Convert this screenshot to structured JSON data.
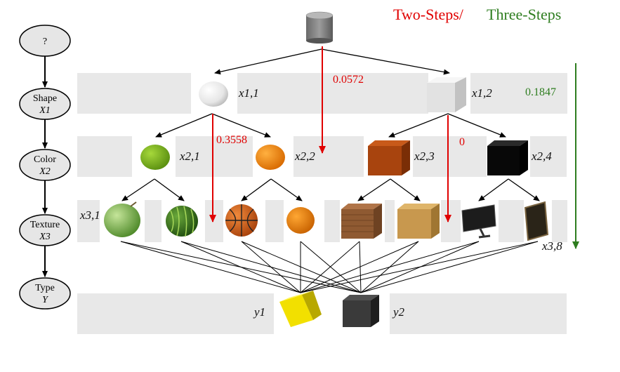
{
  "header": {
    "two_steps": "Two-Steps/",
    "three_steps": "Three-Steps",
    "two_color": "#e00000",
    "three_color": "#2e7d1f"
  },
  "chain": {
    "unknown": "?",
    "shape": {
      "name": "Shape",
      "var": "X1"
    },
    "color": {
      "name": "Color",
      "var": "X2"
    },
    "texture": {
      "name": "Texture",
      "var": "X3"
    },
    "type": {
      "name": "Type",
      "var": "Y"
    }
  },
  "labels": {
    "x11": "x1,1",
    "x12": "x1,2",
    "x21": "x2,1",
    "x22": "x2,2",
    "x23": "x2,3",
    "x24": "x2,4",
    "x31": "x3,1",
    "x38": "x3,8",
    "y1": "y1",
    "y2": "y2"
  },
  "values": {
    "v0572": "0.0572",
    "v3558": "0.3558",
    "v0": "0",
    "v1847": "0.1847"
  },
  "icons": [
    "cylinder-icon",
    "white-sphere-icon",
    "white-cube-icon",
    "green-sphere-icon",
    "orange-sphere-icon",
    "brown-cube-icon",
    "black-cube-icon",
    "coconut-icon",
    "watermelon-icon",
    "basketball-icon",
    "orange-fruit-icon",
    "wooden-crate-icon",
    "cardboard-box-icon",
    "monitor-icon",
    "picture-frame-icon",
    "yellow-cube-icon",
    "dark-cube-icon"
  ]
}
